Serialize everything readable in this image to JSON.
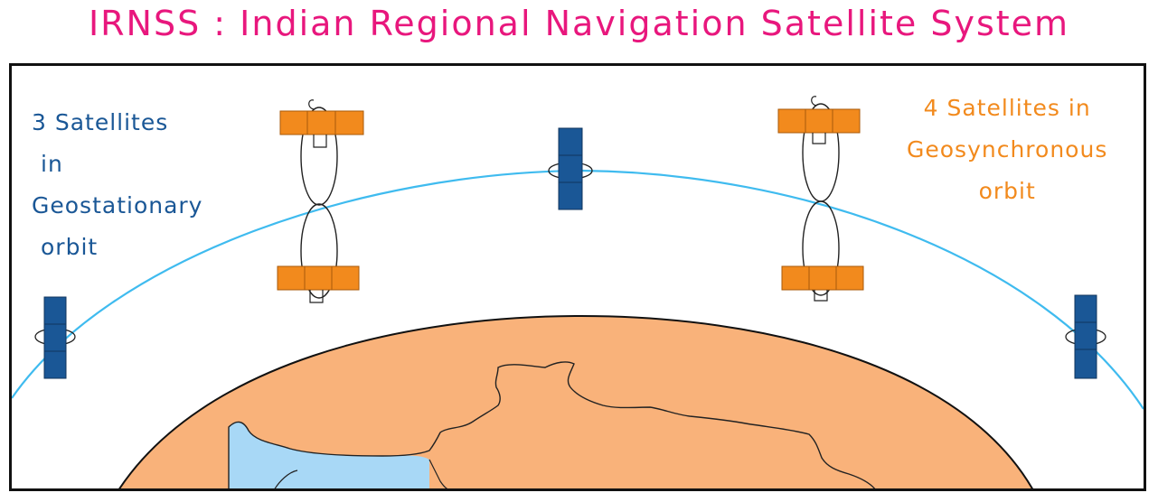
{
  "title": "IRNSS : Indian Regional Navigation Satellite System",
  "left_note": {
    "lines": [
      "3 Satellites",
      "in",
      "Geostationary",
      "orbit"
    ]
  },
  "right_note": {
    "lines": [
      "4 Satellites in",
      "Geosynchronous",
      "orbit"
    ]
  },
  "colors": {
    "title": "#e8177d",
    "geostationary": "#1a5796",
    "geosynchronous": "#f28a1d",
    "orbit": "#3fbbef",
    "earth": "#f9b27a",
    "sea": "#a8d8f6"
  },
  "geostationary_satellite_count": 3,
  "geosynchronous_satellite_count": 4
}
